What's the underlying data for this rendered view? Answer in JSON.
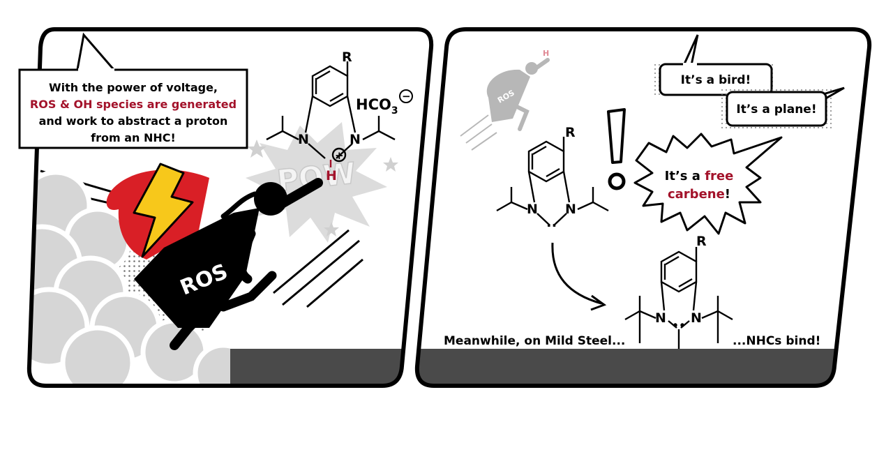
{
  "panel1": {
    "caption_lines": [
      {
        "segments": [
          {
            "text": "With the power of voltage,",
            "hl": false
          }
        ]
      },
      {
        "segments": [
          {
            "text": "ROS & OH species are generated",
            "hl": true
          }
        ]
      },
      {
        "segments": [
          {
            "text": "and work to abstract a proton",
            "hl": false
          }
        ]
      },
      {
        "segments": [
          {
            "text": "from an NHC!",
            "hl": false
          }
        ]
      }
    ],
    "hero_label": "ROS",
    "pow_text": "POW",
    "molecule": {
      "r_label": "R",
      "n_left": "N",
      "n_right": "N",
      "h_label": "H",
      "plus": "+",
      "counterion": "HCO",
      "counterion_sub": "3",
      "minus": "−"
    }
  },
  "panel2": {
    "ghost_hero_label": "ROS",
    "ghost_h": "H",
    "bubbles": [
      {
        "segments": [
          {
            "text": "It’s a bird!",
            "hl": false
          }
        ]
      },
      {
        "segments": [
          {
            "text": "It’s a plane!",
            "hl": false
          }
        ]
      }
    ],
    "burst_lines": [
      {
        "segments": [
          {
            "text": "It’s a ",
            "hl": false
          },
          {
            "text": "free",
            "hl": true
          }
        ]
      },
      {
        "segments": [
          {
            "text": "carbene",
            "hl": true
          },
          {
            "text": "!",
            "hl": false
          }
        ]
      }
    ],
    "exclaim": "!",
    "free_molecule": {
      "r_label": "R",
      "n_left": "N",
      "n_right": "N",
      "lone_pair": "··"
    },
    "bound_molecule": {
      "r_label": "R",
      "n_left": "N",
      "n_right": "N"
    },
    "caption_left": "Meanwhile, on Mild Steel...",
    "caption_right": "...NHCs bind!"
  },
  "colors": {
    "accent": "#a3122a",
    "cape": "#d91f26",
    "bolt": "#f7c81b",
    "ink": "#000000",
    "steel": "#4a4a4a",
    "cloud": "#d6d6d6"
  }
}
